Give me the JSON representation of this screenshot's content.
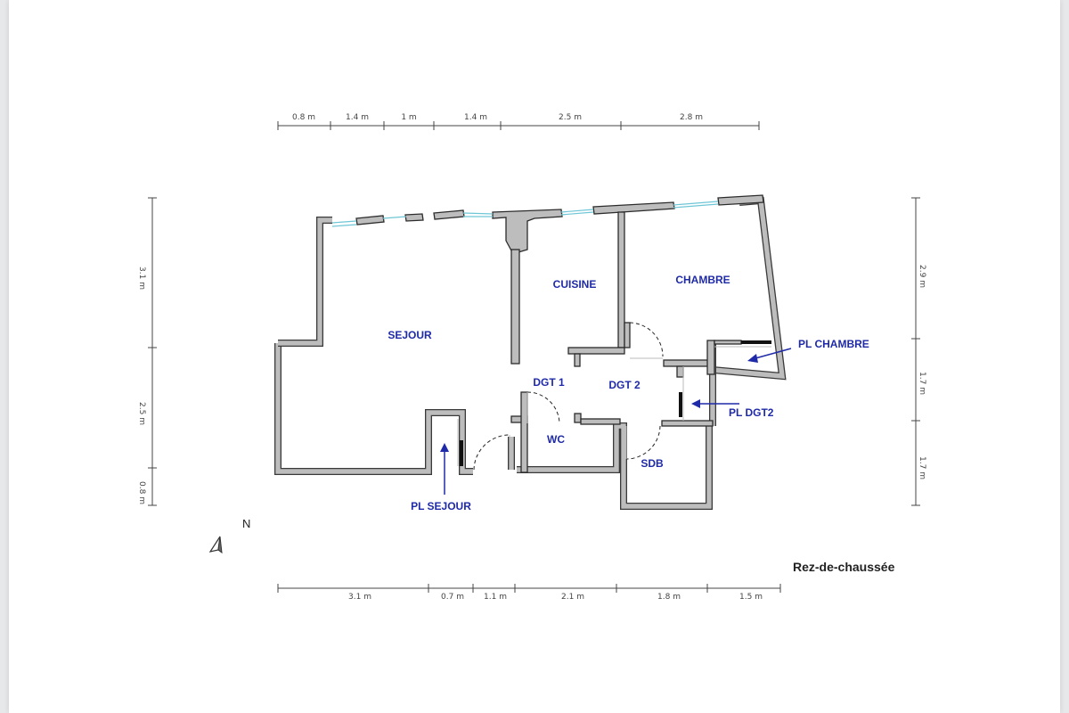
{
  "plan": {
    "level": "Rez-de-chaussée",
    "north": "N",
    "top_dimensions": [
      "0.8 m",
      "1.4 m",
      "1 m",
      "1.4 m",
      "2.5 m",
      "2.8 m"
    ],
    "bottom_dimensions": [
      "3.1 m",
      "0.7 m",
      "1.1 m",
      "2.1 m",
      "1.8 m",
      "1.5 m"
    ],
    "left_dimensions": [
      "3.1 m",
      "2.5 m",
      "0.8 m"
    ],
    "right_dimensions": [
      "2.9 m",
      "1.7 m",
      "1.7 m"
    ],
    "rooms": {
      "sejour": "SEJOUR",
      "cuisine": "CUISINE",
      "chambre": "CHAMBRE",
      "dgt1": "DGT 1",
      "dgt2": "DGT 2",
      "wc": "WC",
      "sdb": "SDB"
    },
    "closets": {
      "pl_sejour": "PL SEJOUR",
      "pl_chambre": "PL CHAMBRE",
      "pl_dgt2": "PL DGT2"
    },
    "colors": {
      "room_label": "#1f2aa8",
      "wall_fill": "#bdbdbd",
      "window_glass": "#6fc6d6"
    }
  }
}
